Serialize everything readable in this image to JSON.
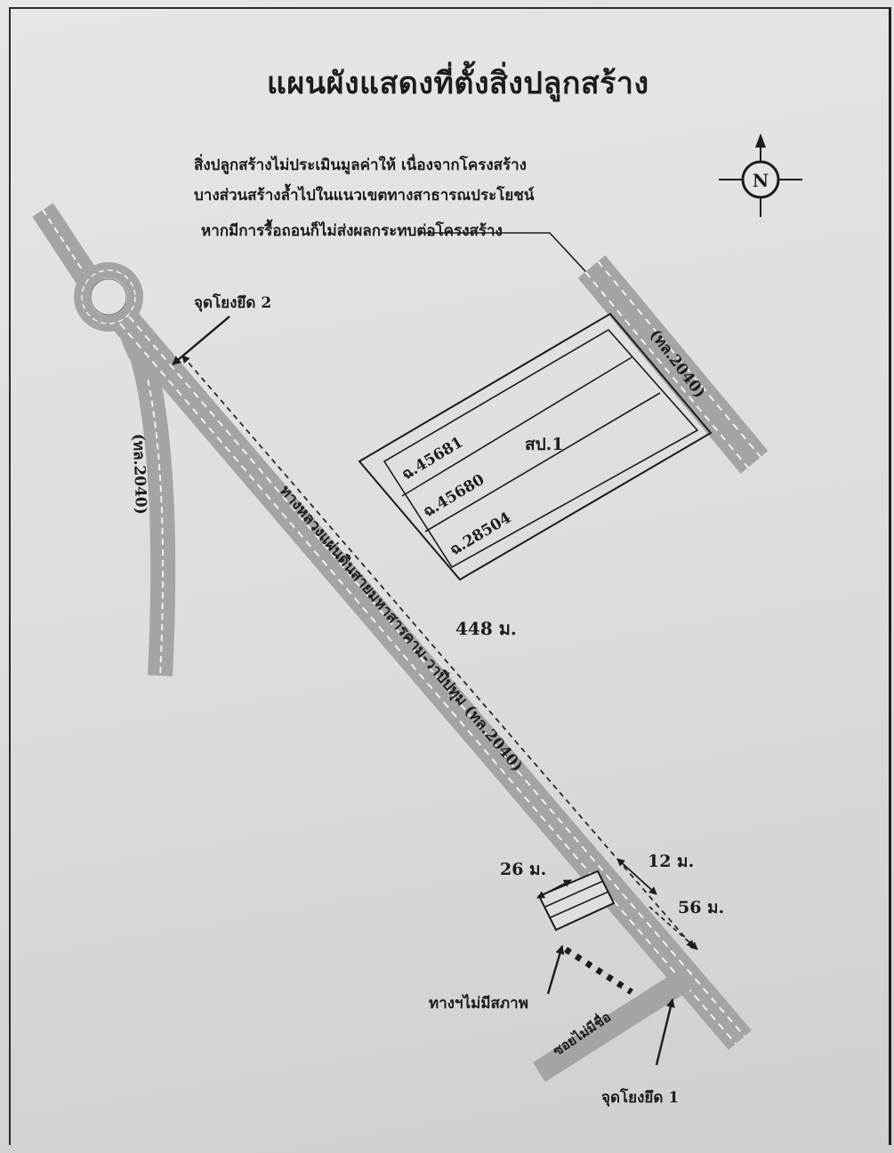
{
  "title": "แผนผังแสดงที่ตั้งสิ่งปลูกสร้าง",
  "note_lines": [
    "สิ่งปลูกสร้างไม่ประเมินมูลค่าให้ เนื่องจากโครงสร้าง",
    "บางส่วนสร้างล้ำไปในแนวเขตทางสาธารณประโยชน์",
    "หากมีการรื้อถอนก็ไม่ส่งผลกระทบต่อโครงสร้าง"
  ],
  "compass": {
    "label": "N"
  },
  "connection_points": {
    "point2": "จุดโยงยึด 2",
    "point1": "จุดโยงยึด 1"
  },
  "roads": {
    "left_branch": "(ทล.2040)",
    "upper_right": "(ทล.2040)",
    "main_highway": "ทางหลวงแผ่นดินสายมหาสารคาม-วาปีปทุม (ทล.2040)",
    "side_lane": "ซอยไม่มีชื่อ"
  },
  "parcels": [
    {
      "label": "ฉ.45681"
    },
    {
      "label": "ฉ.45680"
    },
    {
      "label": "ฉ.28504"
    }
  ],
  "plot_code": "สป.1",
  "distances": {
    "main": "448 ม.",
    "d26": "26 ม.",
    "d12": "12 ม.",
    "d56": "56 ม."
  },
  "path_label": "ทางฯไม่มีสภาพ",
  "colors": {
    "ink": "#1c1c1c",
    "road_fill": "#a9a9a6",
    "road_line": "#ececea",
    "paper": "#e2e2de"
  }
}
